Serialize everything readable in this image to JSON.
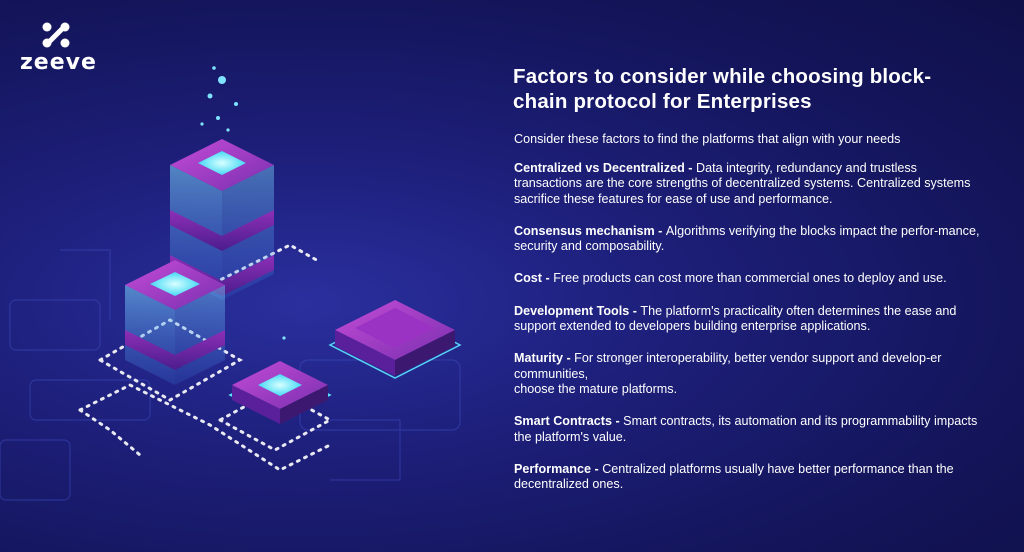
{
  "brand": {
    "name": "zeeve"
  },
  "title_line1": "Factors to consider while choosing block-",
  "title_line2": "chain protocol for Enterprises",
  "intro": "Consider these factors to find the platforms that align with your needs",
  "factors": [
    {
      "name": "Centralized vs Decentralized - ",
      "text": "Data integrity, redundancy and trustless transactions are the core strengths of decentralized systems. Centralized systems sacrifice these features for ease of use and performance."
    },
    {
      "name": "Consensus mechanism - ",
      "text": "Algorithms verifying the blocks impact the perfor-mance, security and composability."
    },
    {
      "name": "Cost - ",
      "text": "Free products can cost more than commercial ones to deploy and use."
    },
    {
      "name": "Development Tools - ",
      "text": "The platform's practicality often determines the ease and support extended to developers building enterprise applications."
    },
    {
      "name": "Maturity - ",
      "text": "For stronger interoperability,  better vendor support and develop-er communities,",
      "text2": "choose the mature platforms."
    },
    {
      "name": "Smart Contracts - ",
      "text": "Smart contracts, its automation and its  programmability impacts the platform's value."
    },
    {
      "name": "Performance - ",
      "text": "Centralized platforms usually have better performance than the decentralized ones."
    }
  ],
  "colors": {
    "background": "#1d1f7a",
    "accent_magenta": "#c040c8",
    "accent_cyan": "#5ee6ff"
  }
}
